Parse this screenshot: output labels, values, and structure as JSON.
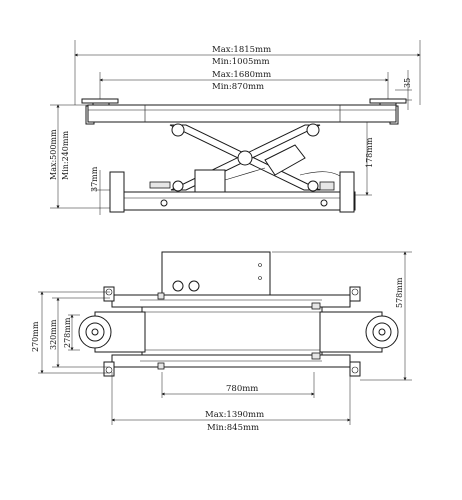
{
  "side_view": {
    "dim_max_width": "Max:1815mm",
    "dim_min_width": "Min:1005mm",
    "dim_max_pad_span": "Max:1680mm",
    "dim_min_pad_span": "Min:870mm",
    "dim_pad_height": "35",
    "dim_max_height": "Max:500mm",
    "dim_min_height": "Min:240mm",
    "dim_base": "37mm",
    "dim_lift": "178mm"
  },
  "top_view": {
    "dim_overall_depth": "578mm",
    "dim_270": "270mm",
    "dim_320": "320mm",
    "dim_278": "278mm",
    "dim_780": "780mm",
    "dim_max_length": "Max:1390mm",
    "dim_min_length": "Min:845mm"
  }
}
